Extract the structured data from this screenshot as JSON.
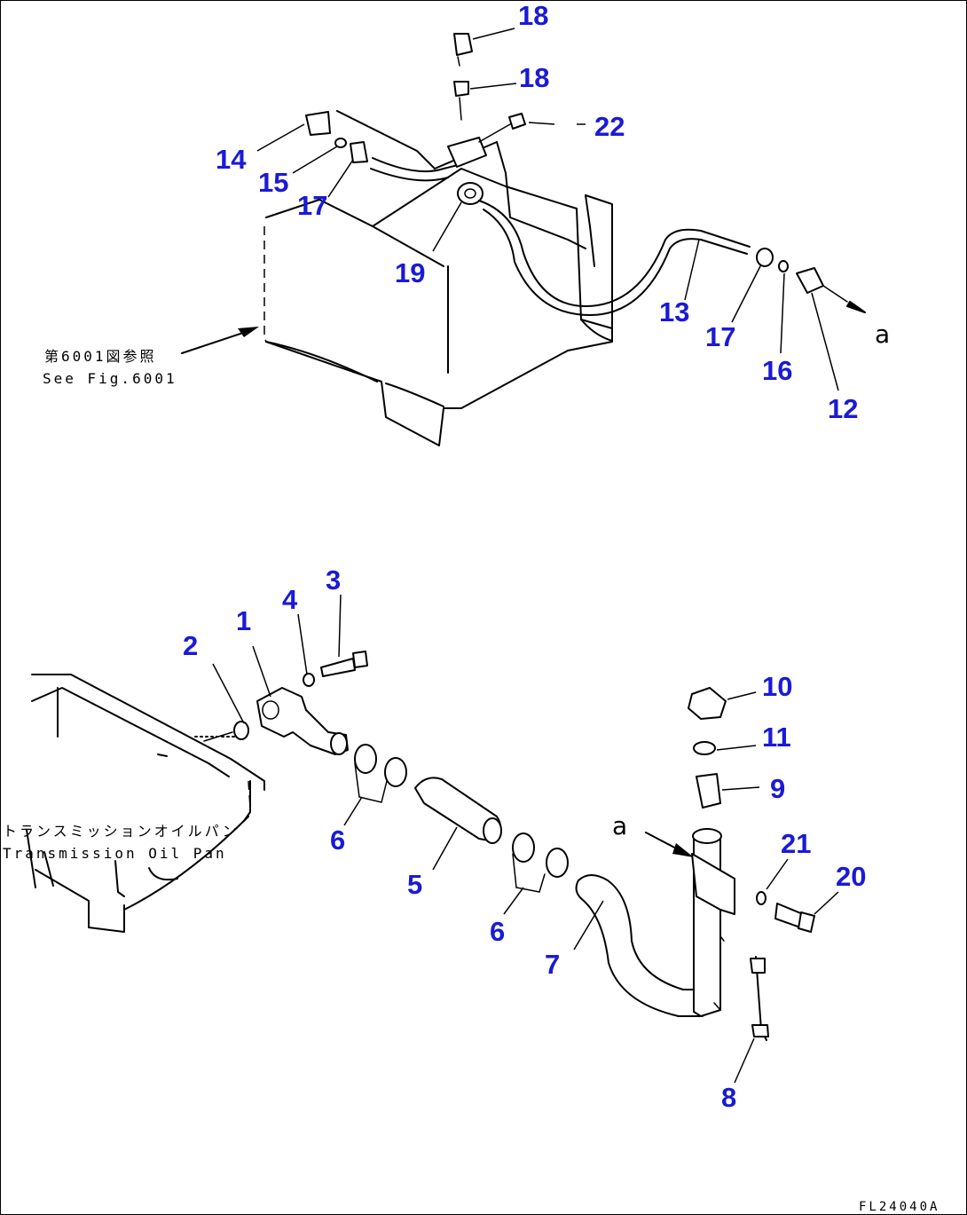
{
  "callouts": [
    {
      "id": "c1",
      "label": "1"
    },
    {
      "id": "c2",
      "label": "2"
    },
    {
      "id": "c3",
      "label": "3"
    },
    {
      "id": "c4",
      "label": "4"
    },
    {
      "id": "c5",
      "label": "5"
    },
    {
      "id": "c6a",
      "label": "6"
    },
    {
      "id": "c6b",
      "label": "6"
    },
    {
      "id": "c7",
      "label": "7"
    },
    {
      "id": "c8",
      "label": "8"
    },
    {
      "id": "c9",
      "label": "9"
    },
    {
      "id": "c10",
      "label": "10"
    },
    {
      "id": "c11",
      "label": "11"
    },
    {
      "id": "c12",
      "label": "12"
    },
    {
      "id": "c13",
      "label": "13"
    },
    {
      "id": "c14",
      "label": "14"
    },
    {
      "id": "c15",
      "label": "15"
    },
    {
      "id": "c16",
      "label": "16"
    },
    {
      "id": "c17a",
      "label": "17"
    },
    {
      "id": "c17b",
      "label": "17"
    },
    {
      "id": "c18a",
      "label": "18"
    },
    {
      "id": "c18b",
      "label": "18"
    },
    {
      "id": "c19",
      "label": "19"
    },
    {
      "id": "c20",
      "label": "20"
    },
    {
      "id": "c21",
      "label": "21"
    },
    {
      "id": "c22",
      "label": "22"
    }
  ],
  "notes": {
    "see_fig_jp": "第6001図参照",
    "see_fig_en": "See Fig.6001",
    "transmission_jp": "トランスミッションオイルパン",
    "transmission_en": "Transmission Oil Pan",
    "connection_a_top": "a",
    "connection_a_bottom": "a",
    "drawing_code": "FL24040A"
  }
}
